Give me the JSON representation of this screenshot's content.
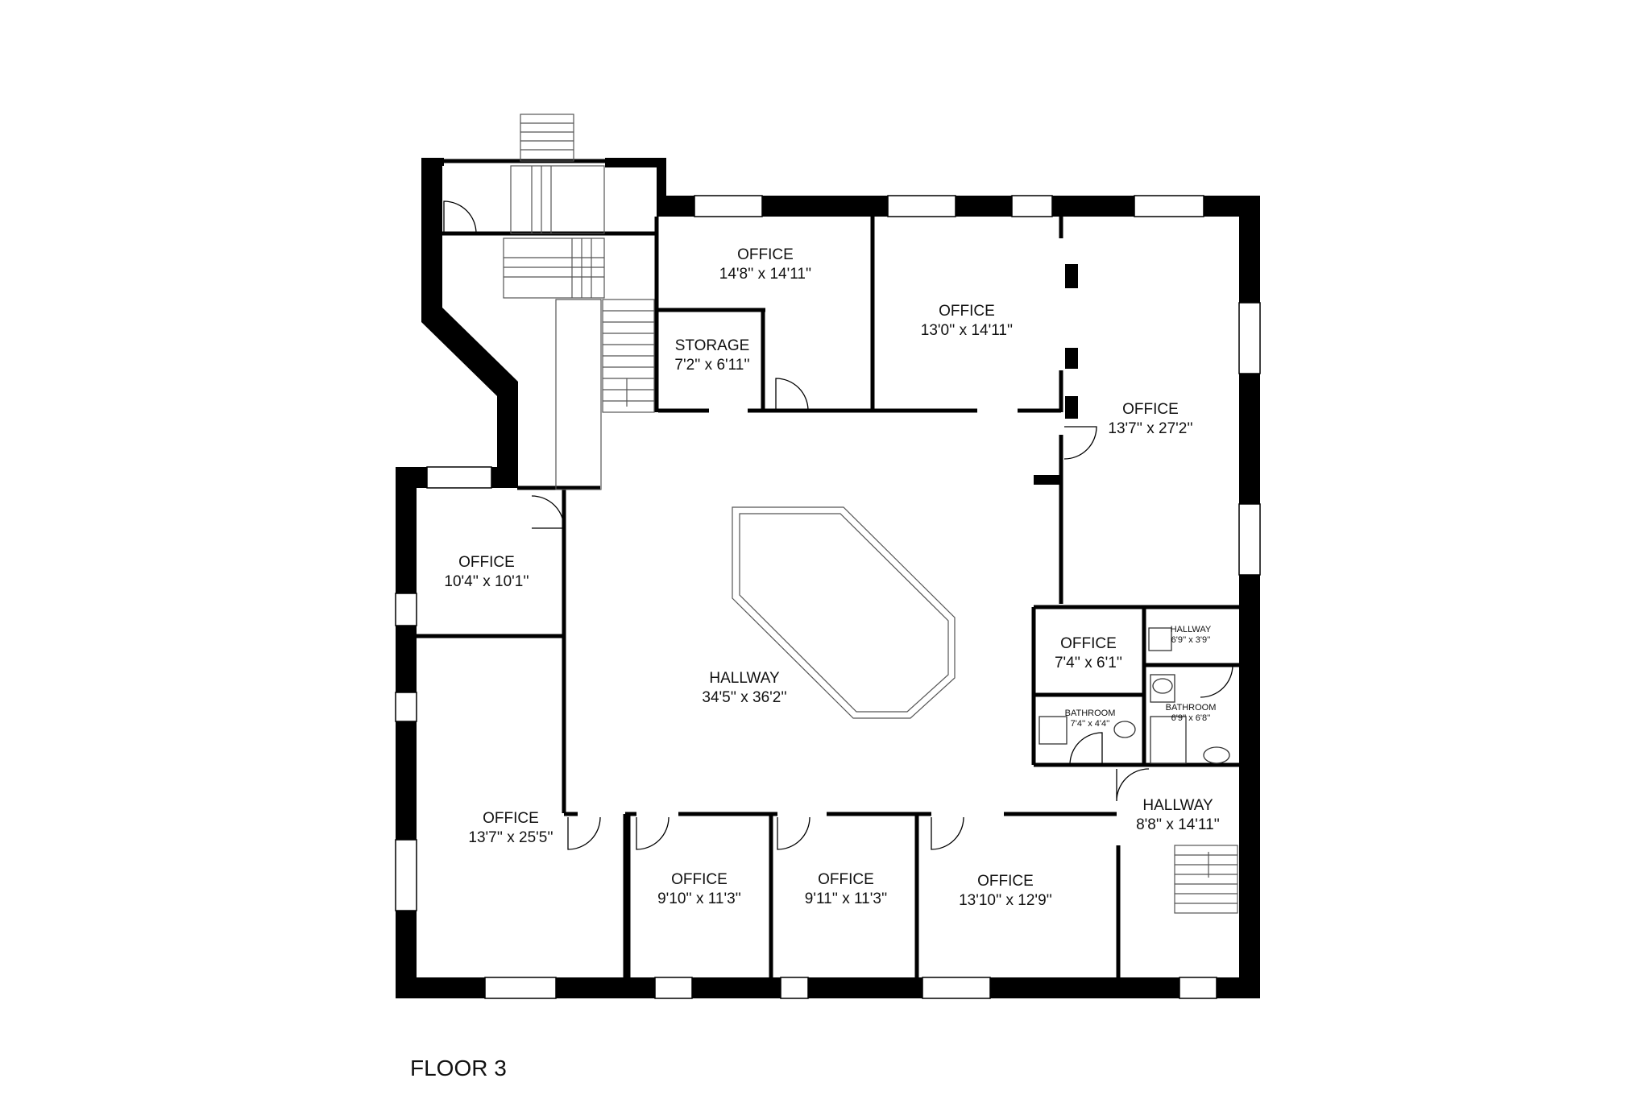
{
  "floor_label": "FLOOR 3",
  "rooms": [
    {
      "id": "office-top-left",
      "name": "OFFICE",
      "size": "14'8'' x 14'11''"
    },
    {
      "id": "storage",
      "name": "STORAGE",
      "size": "7'2'' x 6'11''"
    },
    {
      "id": "office-top-middle",
      "name": "OFFICE",
      "size": "13'0'' x 14'11''"
    },
    {
      "id": "office-top-right",
      "name": "OFFICE",
      "size": "13'7'' x 27'2''"
    },
    {
      "id": "office-west",
      "name": "OFFICE",
      "size": "10'4'' x 10'1''"
    },
    {
      "id": "hallway-main",
      "name": "HALLWAY",
      "size": "34'5'' x 36'2''"
    },
    {
      "id": "office-small",
      "name": "OFFICE",
      "size": "7'4'' x 6'1''"
    },
    {
      "id": "hallway-small",
      "name": "HALLWAY",
      "size": "6'9'' x 3'9''"
    },
    {
      "id": "bathroom-1",
      "name": "BATHROOM",
      "size": "7'4'' x 4'4''"
    },
    {
      "id": "bathroom-2",
      "name": "BATHROOM",
      "size": "6'9'' x 6'8''"
    },
    {
      "id": "office-large-west",
      "name": "OFFICE",
      "size": "13'7'' x 25'5''"
    },
    {
      "id": "hallway-east",
      "name": "HALLWAY",
      "size": "8'8'' x 14'11''"
    },
    {
      "id": "office-bottom-1",
      "name": "OFFICE",
      "size": "9'10'' x 11'3''"
    },
    {
      "id": "office-bottom-2",
      "name": "OFFICE",
      "size": "9'11'' x 11'3''"
    },
    {
      "id": "office-bottom-3",
      "name": "OFFICE",
      "size": "13'10'' x 12'9''"
    }
  ]
}
